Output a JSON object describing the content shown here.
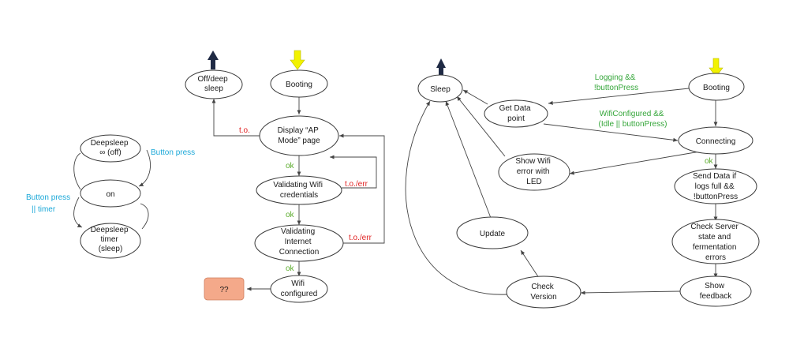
{
  "diagram_left": {
    "nodes": {
      "deepsleep_off": [
        "Deepsleep",
        "∞ (off)"
      ],
      "on": [
        "on"
      ],
      "deepsleep_timer": [
        "Deepsleep",
        "timer",
        "(sleep)"
      ]
    },
    "labels": {
      "button_press": "Button press",
      "button_press_timer": [
        "Button press",
        "|| timer"
      ]
    }
  },
  "diagram_middle": {
    "nodes": {
      "off_deep_sleep": [
        "Off/deep",
        "sleep"
      ],
      "booting": [
        "Booting"
      ],
      "display_ap": [
        "Display “AP",
        "Mode” page"
      ],
      "validating_wifi": [
        "Validating Wifi",
        "credentials"
      ],
      "validating_internet": [
        "Validating",
        "Internet",
        "Connection"
      ],
      "wifi_configured": [
        "Wifi",
        "configured"
      ],
      "unknown": "??"
    },
    "labels": {
      "timeout": "t.o.",
      "timeout_err_1": "t.o./err",
      "timeout_err_2": "t.o./err",
      "ok_1": "ok",
      "ok_2": "ok",
      "ok_3": "ok"
    }
  },
  "diagram_right": {
    "nodes": {
      "sleep": [
        "Sleep"
      ],
      "booting": [
        "Booting"
      ],
      "get_data_point": [
        "Get Data",
        "point"
      ],
      "connecting": [
        "Connecting"
      ],
      "show_wifi_error": [
        "Show Wifi",
        "error with",
        "LED"
      ],
      "send_data": [
        "Send Data if",
        "logs full &&",
        "!buttonPress"
      ],
      "check_server": [
        "Check Server",
        "state and",
        "fermentation",
        "errors"
      ],
      "update": [
        "Update"
      ],
      "check_version": [
        "Check",
        "Version"
      ],
      "show_feedback": [
        "Show",
        "feedback"
      ]
    },
    "labels": {
      "logging": [
        "Logging &&",
        "!buttonPress"
      ],
      "wifi_configured": [
        "WifiConfigured &&",
        "(Idle || buttonPress)"
      ],
      "ok": "ok"
    }
  },
  "colors": {
    "timeout_label": "#e02020",
    "ok_label": "#5aab2a",
    "button_label": "#1ba8d8",
    "condition_label": "#35a63a",
    "entry_arrow": "#f2f200",
    "exit_arrow": "#1f2a44",
    "unknown_box": "#f4a98a"
  },
  "icons": [
    "entry-arrow-down-yellow",
    "exit-arrow-up-dark"
  ]
}
